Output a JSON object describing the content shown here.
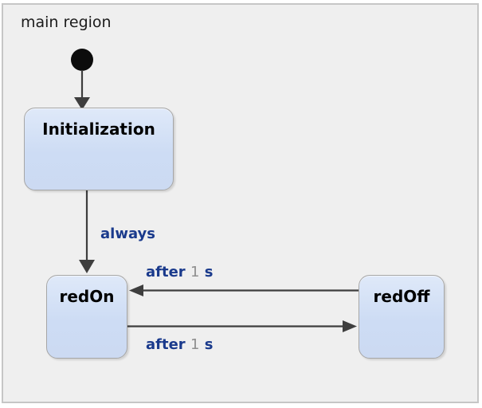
{
  "diagram": {
    "type": "statechart",
    "region_label": "main region",
    "colors": {
      "canvas_background": "#efefef",
      "canvas_border": "#c6c6c6",
      "state_fill": "#cfdef5",
      "state_border": "#a6a6a6",
      "state_text": "#000000",
      "initial_state_dot": "#0c0c0c",
      "transition_line": "#3e3e3e",
      "label_keyword": "#1a3a8c",
      "label_value": "#8f8f8f"
    },
    "states": {
      "initialization": {
        "name": "Initialization"
      },
      "red_on": {
        "name": "redOn"
      },
      "red_off": {
        "name": "redOff"
      }
    },
    "transitions": {
      "initial_to_initialization": {
        "from": "initial",
        "to": "Initialization"
      },
      "initialization_to_red_on": {
        "from": "Initialization",
        "to": "redOn",
        "label": "always"
      },
      "red_off_to_red_on": {
        "from": "redOff",
        "to": "redOn",
        "label_keyword": "after",
        "label_value": "1",
        "label_unit": "s"
      },
      "red_on_to_red_off": {
        "from": "redOn",
        "to": "redOff",
        "label_keyword": "after",
        "label_value": "1",
        "label_unit": "s"
      }
    }
  }
}
